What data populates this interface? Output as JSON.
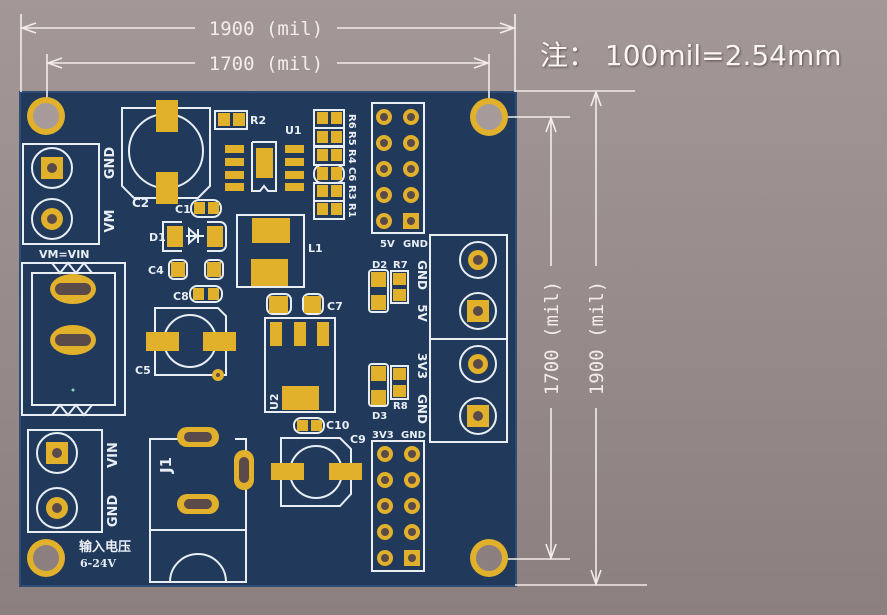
{
  "note": "注： 100mil=2.54mm",
  "dimensions": {
    "outer_width_label": "1900 (mil)",
    "inner_width_label": "1700 (mil)",
    "inner_height_label": "1700 (mil)",
    "outer_height_label": "1900 (mil)"
  },
  "colors": {
    "board": "#213a5c",
    "pad": "#e1b12c",
    "silkscreen": "#e8eef4",
    "background": "#988b8c"
  },
  "silkscreen": {
    "r2": "R2",
    "u1": "U1",
    "c2": "C2",
    "c1": "C1",
    "d1": "D1",
    "l1": "L1",
    "c4": "C4",
    "c8": "C8",
    "c7": "C7",
    "c5": "C5",
    "u2": "U2",
    "c10": "C10",
    "c9": "C9",
    "j1": "J1",
    "d2": "D2",
    "r7": "R7",
    "d3": "D3",
    "r8": "R8",
    "r6": "R6",
    "r5": "R5",
    "r4": "R4",
    "c6": "C6",
    "r3": "R3",
    "r1": "R1",
    "gnd_top": "GND",
    "vm": "VM",
    "vm_vin": "VM=VIN",
    "vin": "VIN",
    "gnd_bottom": "GND",
    "input_voltage_cn": "输入电压",
    "input_range": "6-24V",
    "header_5v": "5V",
    "header_5v_gnd": "GND",
    "header_3v3": "3V3",
    "header_3v3_gnd": "GND",
    "out_gnd1": "GND",
    "out_5v": "5V",
    "out_3v3": "3V3",
    "out_gnd2": "GND"
  }
}
